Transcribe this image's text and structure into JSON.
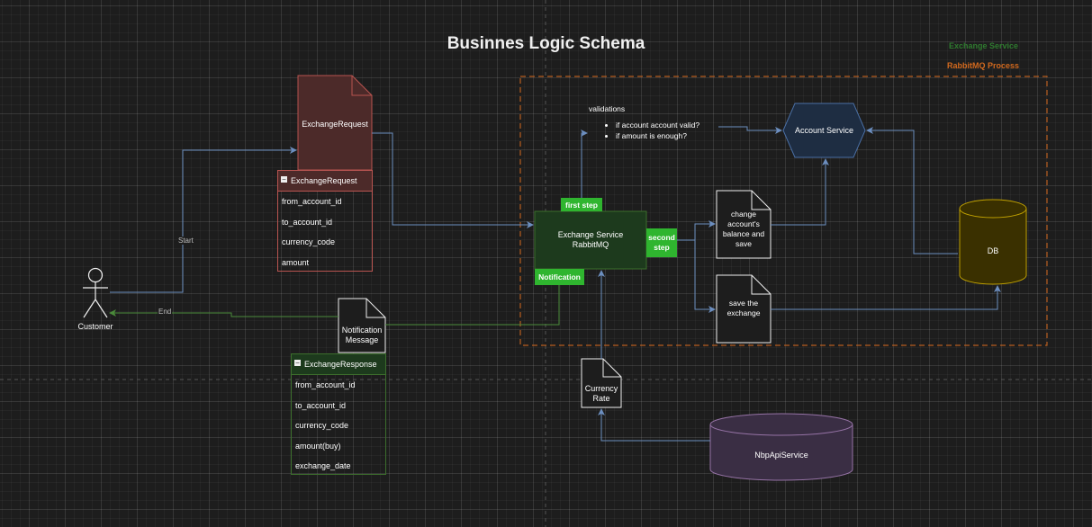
{
  "title": "Businnes Logic Schema",
  "legend": {
    "exchange_service": "Exchange Service",
    "rabbitmq_process": "RabbitMQ Process"
  },
  "actor": {
    "name": "Customer"
  },
  "edges": {
    "start": "Start",
    "end": "End"
  },
  "exchange_request_doc": "ExchangeRequest",
  "exchange_request_table": {
    "header": "ExchangeRequest",
    "rows": [
      "from_account_id",
      "to_account_id",
      "currency_code",
      "amount"
    ]
  },
  "exchange_response_table": {
    "header": "ExchangeResponse",
    "rows": [
      "from_account_id",
      "to_account_id",
      "currency_code",
      "amount(buy)",
      "exchange_date"
    ]
  },
  "notification_doc": "Notification Message",
  "exchange_service": {
    "line1": "Exchange Service",
    "line2": "RabbitMQ"
  },
  "tags": {
    "first_step": "first step",
    "second_step": "second step",
    "notification": "Notification"
  },
  "validations": {
    "title": "validations",
    "items": [
      "if account account valid?",
      "if amount is enough?"
    ]
  },
  "account_service": "Account Service",
  "change_balance_doc": "change account's balance and save",
  "save_exchange_doc": "save the exchange",
  "db": "DB",
  "currency_rate_doc": "Currency Rate",
  "nbp_api_service": "NbpApiService",
  "colors": {
    "background": "#1d1d1d",
    "red_fill": "#4c2a29",
    "red_stroke": "#b85450",
    "green_fill": "#1d3a1d",
    "green_tag": "#2fb52f",
    "orange_dash": "#d2691e",
    "arrow": "#6c8ebf",
    "account_fill": "#1e2d42",
    "db_fill": "#3a3000",
    "db_stroke": "#bfa000",
    "nbp_fill": "#3a2e44",
    "nbp_stroke": "#9673a6"
  }
}
